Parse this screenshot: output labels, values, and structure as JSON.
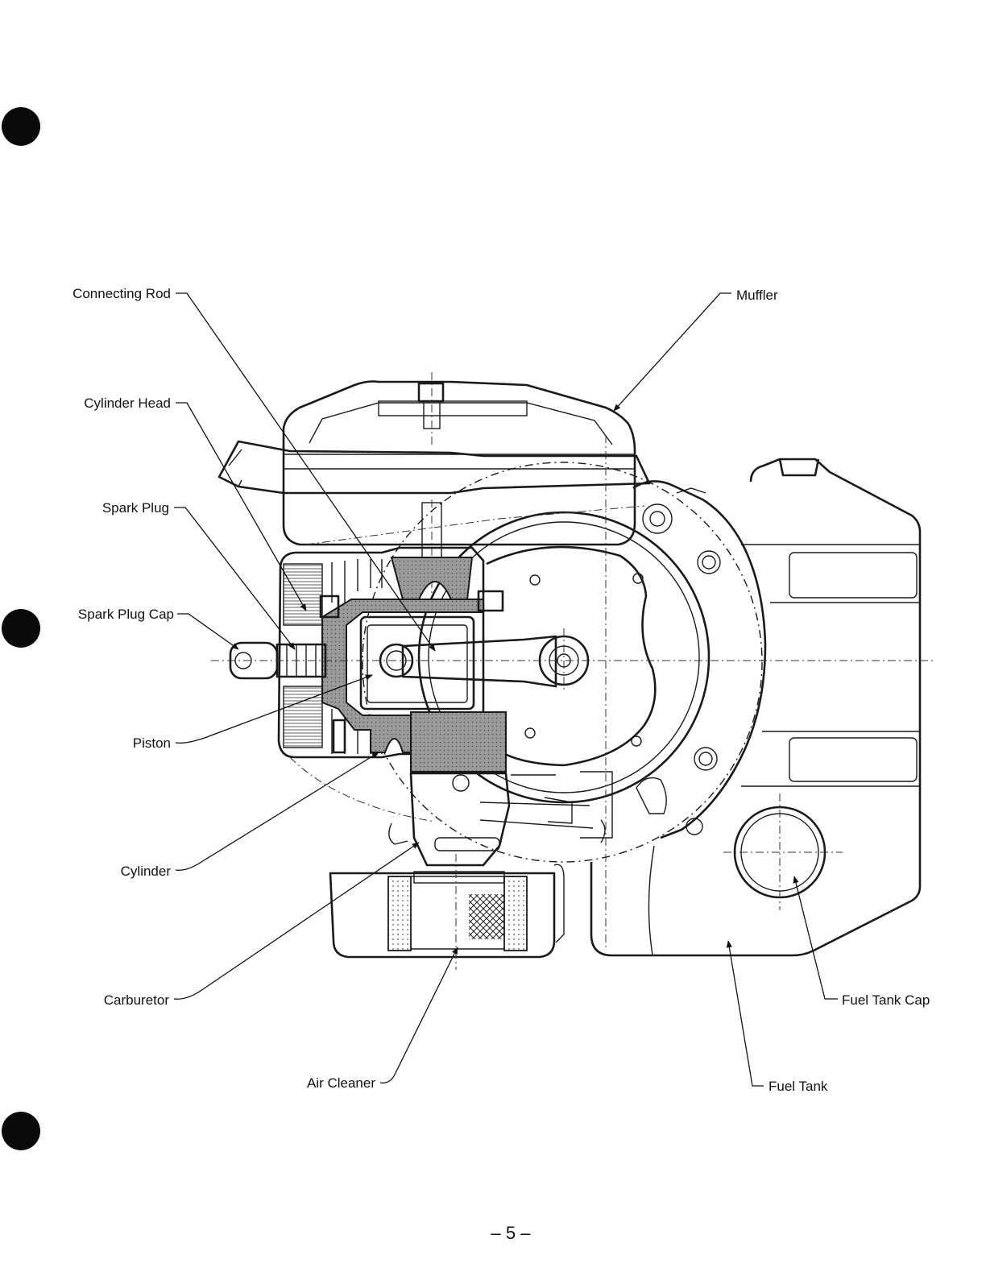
{
  "labels": {
    "connecting_rod": "Connecting Rod",
    "cylinder_head": "Cylinder Head",
    "spark_plug": "Spark Plug",
    "spark_plug_cap": "Spark Plug Cap",
    "piston": "Piston",
    "cylinder": "Cylinder",
    "carburetor": "Carburetor",
    "air_cleaner": "Air Cleaner",
    "muffler": "Muffler",
    "fuel_tank_cap": "Fuel Tank Cap",
    "fuel_tank": "Fuel Tank"
  },
  "page_number": "– 5 –"
}
